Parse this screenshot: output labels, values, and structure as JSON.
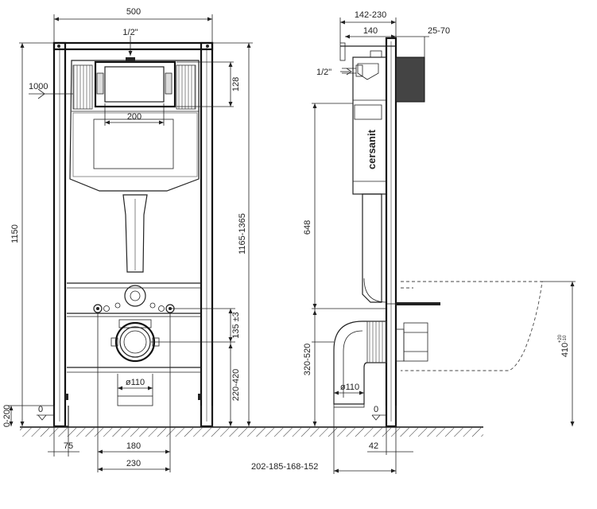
{
  "front": {
    "width": "500",
    "connection_top": "1/2\"",
    "pipe_top": "1000",
    "button_height": "128",
    "button_width": "200",
    "frame_height": "1150",
    "adjust_height": "1165-1365",
    "bolt_height": "135 ±3",
    "drain_height": "220-420",
    "drain_dia": "ø110",
    "zero": "0",
    "foot_range": "0-200",
    "leg_width": "75",
    "bolt_spacing": "180",
    "outlet_spacing": "230"
  },
  "side": {
    "depth_range": "142-230",
    "depth": "140",
    "wall_range": "25-70",
    "connection": "1/2\"",
    "brand": "cersanit",
    "tank_height": "648",
    "drain_range": "320-520",
    "drain_dia": "ø110",
    "zero": "0",
    "foot_depth": "42",
    "projections": "202-185-168-152",
    "bowl_height": "410",
    "bowl_tol_plus": "+20",
    "bowl_tol_minus": "-10"
  }
}
